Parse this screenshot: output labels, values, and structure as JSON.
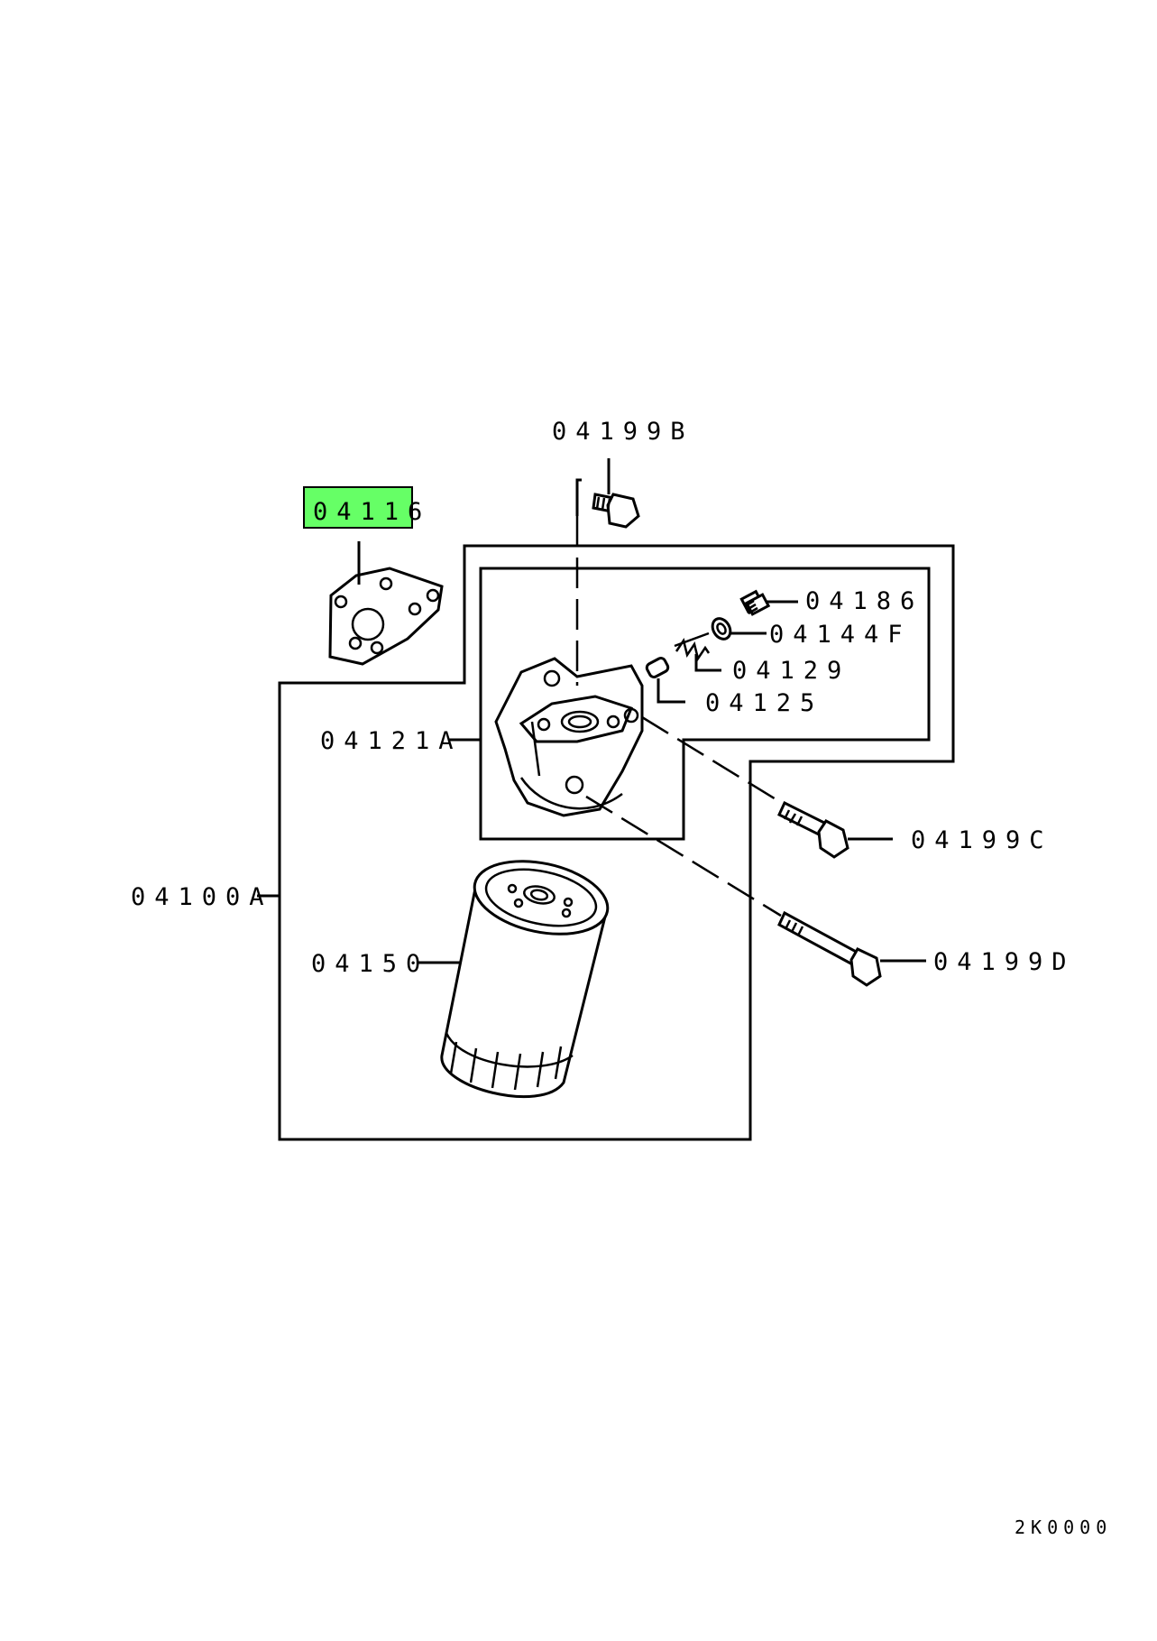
{
  "labels": {
    "p04199B": "04199B",
    "p04116": "04116",
    "p04186": "04186",
    "p04144F": "04144F",
    "p04129": "04129",
    "p04125": "04125",
    "p04121A": "04121A",
    "p04199C": "04199C",
    "p04100A": "04100A",
    "p04150": "04150",
    "p04199D": "04199D"
  },
  "footer": {
    "code": "2K0000"
  },
  "colors": {
    "highlight": "#66ff66",
    "line": "#000000"
  },
  "highlighted_part": "04116"
}
